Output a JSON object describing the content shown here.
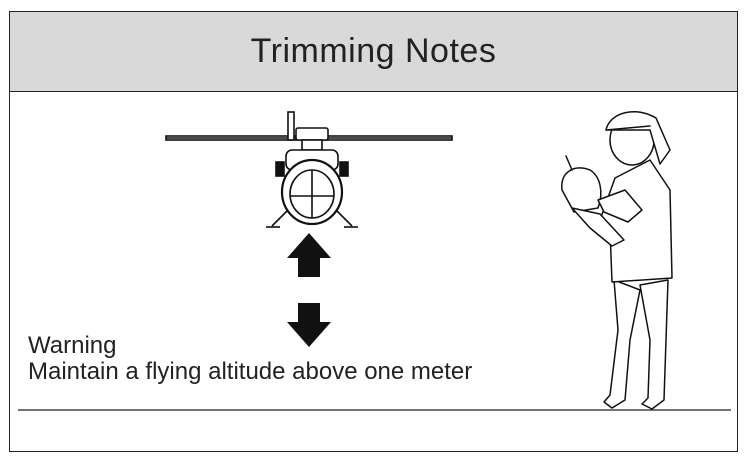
{
  "title": "Trimming Notes",
  "warning": {
    "heading": "Warning",
    "message": "Maintain a flying altitude above one meter"
  },
  "icons": {
    "helicopter": "helicopter-icon",
    "arrow_up": "arrow-up-icon",
    "arrow_down": "arrow-down-icon",
    "pilot": "pilot-figure-icon"
  },
  "colors": {
    "header_bg": "#d9d9d9",
    "line": "#222222"
  }
}
